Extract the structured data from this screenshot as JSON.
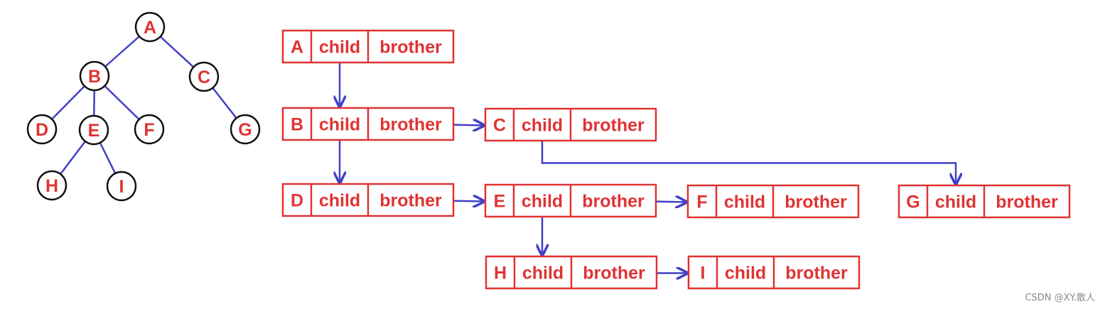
{
  "colors": {
    "red": "#e03333",
    "blue": "#4040c8",
    "black": "#111111"
  },
  "tree": {
    "nodes": [
      "A",
      "B",
      "C",
      "D",
      "E",
      "F",
      "G",
      "H",
      "I"
    ],
    "edges": [
      [
        "A",
        "B"
      ],
      [
        "A",
        "C"
      ],
      [
        "B",
        "D"
      ],
      [
        "B",
        "E"
      ],
      [
        "B",
        "F"
      ],
      [
        "C",
        "G"
      ],
      [
        "E",
        "H"
      ],
      [
        "E",
        "I"
      ]
    ]
  },
  "records": {
    "field_child": "child",
    "field_brother": "brother",
    "nodes": [
      "A",
      "B",
      "C",
      "D",
      "E",
      "F",
      "G",
      "H",
      "I"
    ],
    "child_links": [
      [
        "A",
        "B"
      ],
      [
        "B",
        "D"
      ],
      [
        "C",
        "G"
      ],
      [
        "E",
        "H"
      ]
    ],
    "brother_links": [
      [
        "B",
        "C"
      ],
      [
        "D",
        "E"
      ],
      [
        "E",
        "F"
      ],
      [
        "H",
        "I"
      ]
    ]
  },
  "watermark": "CSDN @XY.散人"
}
